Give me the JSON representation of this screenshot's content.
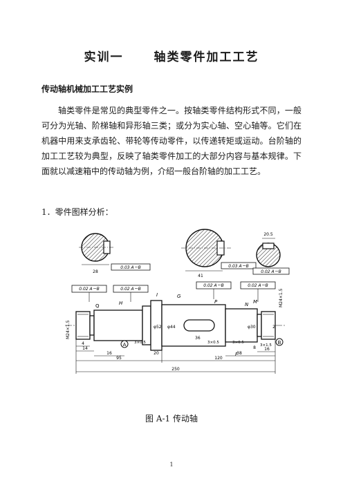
{
  "doc": {
    "title_part1": "实训一",
    "title_part2": "轴类零件加工工艺",
    "subtitle": "传动轴机械加工工艺实例",
    "paragraph": "轴类零件是常见的典型零件之一。按轴类零件结构形式不同，一般可分为光轴、阶梯轴和异形轴三类；或分为实心轴、空心轴等。它们在机器中用来支承齿轮、带轮等传动零件，以传递转矩或运动。台阶轴的加工工艺较为典型，反映了轴类零件加工的大部分内容与基本规律。下面就以减速箱中的传动轴为例，介绍一般台阶轴的加工工艺。",
    "section_heading": "1．零件图样分析：",
    "figure_caption": "图 A-1 传动轴",
    "page_number": "1"
  },
  "drawing": {
    "sec1_width": "28",
    "sec1_frame": "0.03 A－B",
    "sec2_width": "41",
    "sec2_frame": "0.03 A－B",
    "sec3_dim": "20.5",
    "sec3_frame": "0.02 A－B",
    "frame_left1": "0.02 A－B",
    "frame_left2": "0.02 A－B",
    "frame_mid": "0.02 A－B",
    "frame_right": "0.02 A－B",
    "label_G": "G",
    "label_H": "H",
    "label_I": "I",
    "label_P": "P",
    "label_N": "N",
    "label_M": "M",
    "label_Q": "Q",
    "label_F": "F",
    "datum_A": "A",
    "datum_B": "B",
    "thread_left": "M24×1.5",
    "thread_right": "M24×1.5",
    "phi_44": "φ44",
    "phi_52": "φ52",
    "phi_30": "φ30",
    "groove_left": "3×0.5",
    "groove_mid": "3×0.5",
    "groove_right": "3×0.5",
    "groove_far_right": "3×1.5",
    "key_36": "36",
    "dim_14": "14",
    "dim_16_left": "16",
    "dim_16_right": "16",
    "dim_20": "20",
    "dim_38": "38",
    "dim_95": "95",
    "dim_120": "120",
    "dim_250": "250",
    "dim_4": "4",
    "dim_2": "2",
    "dim_8": "8"
  }
}
